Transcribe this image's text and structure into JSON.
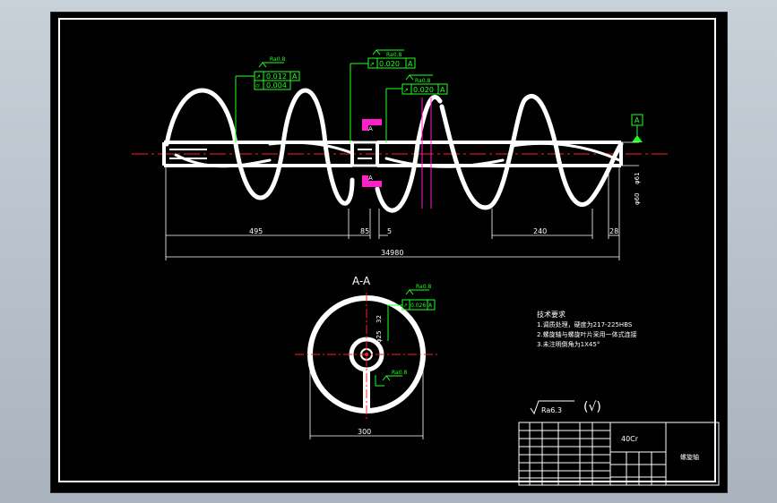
{
  "front_view": {
    "tolerances": {
      "left": {
        "roughness": "Ra0.8",
        "tol1_value": "0.012",
        "tol1_datum": "A",
        "tol2_value": "0.004"
      },
      "mid_top": {
        "roughness": "Ra0.8",
        "tol_value": "0.020",
        "tol_datum": "A"
      },
      "mid_lower": {
        "roughness": "Ra0.8",
        "tol_value": "0.020",
        "tol_datum": "A"
      }
    },
    "section_label_top": "A",
    "section_label_bottom": "A",
    "datum_label": "A",
    "diameter_labels": {
      "d1": "φ61",
      "d2": "φ60"
    },
    "dimensions": {
      "d495": "495",
      "d85": "85",
      "d5": "5",
      "d240": "240",
      "d28": "28",
      "total": "34980"
    }
  },
  "section_view": {
    "title": "A-A",
    "roughness_top": "Ra0.8",
    "tol_value": "0.026",
    "tol_datum": "A",
    "roughness_bottom": "Ra0.8",
    "radial_dims": {
      "r1": "32",
      "r2": "φ25"
    },
    "diameter": "300"
  },
  "notes": {
    "title": "技术要求",
    "lines": [
      "1.调质处理，硬度为217-225HBS",
      "2.螺旋轴与螺旋叶片采用一体式连接",
      "3.未注明倒角为1X45°"
    ]
  },
  "surface_finish": {
    "general": "Ra6.3",
    "other": "(√)"
  },
  "title_block": {
    "material": "40Cr",
    "part_name": "螺旋轴"
  }
}
